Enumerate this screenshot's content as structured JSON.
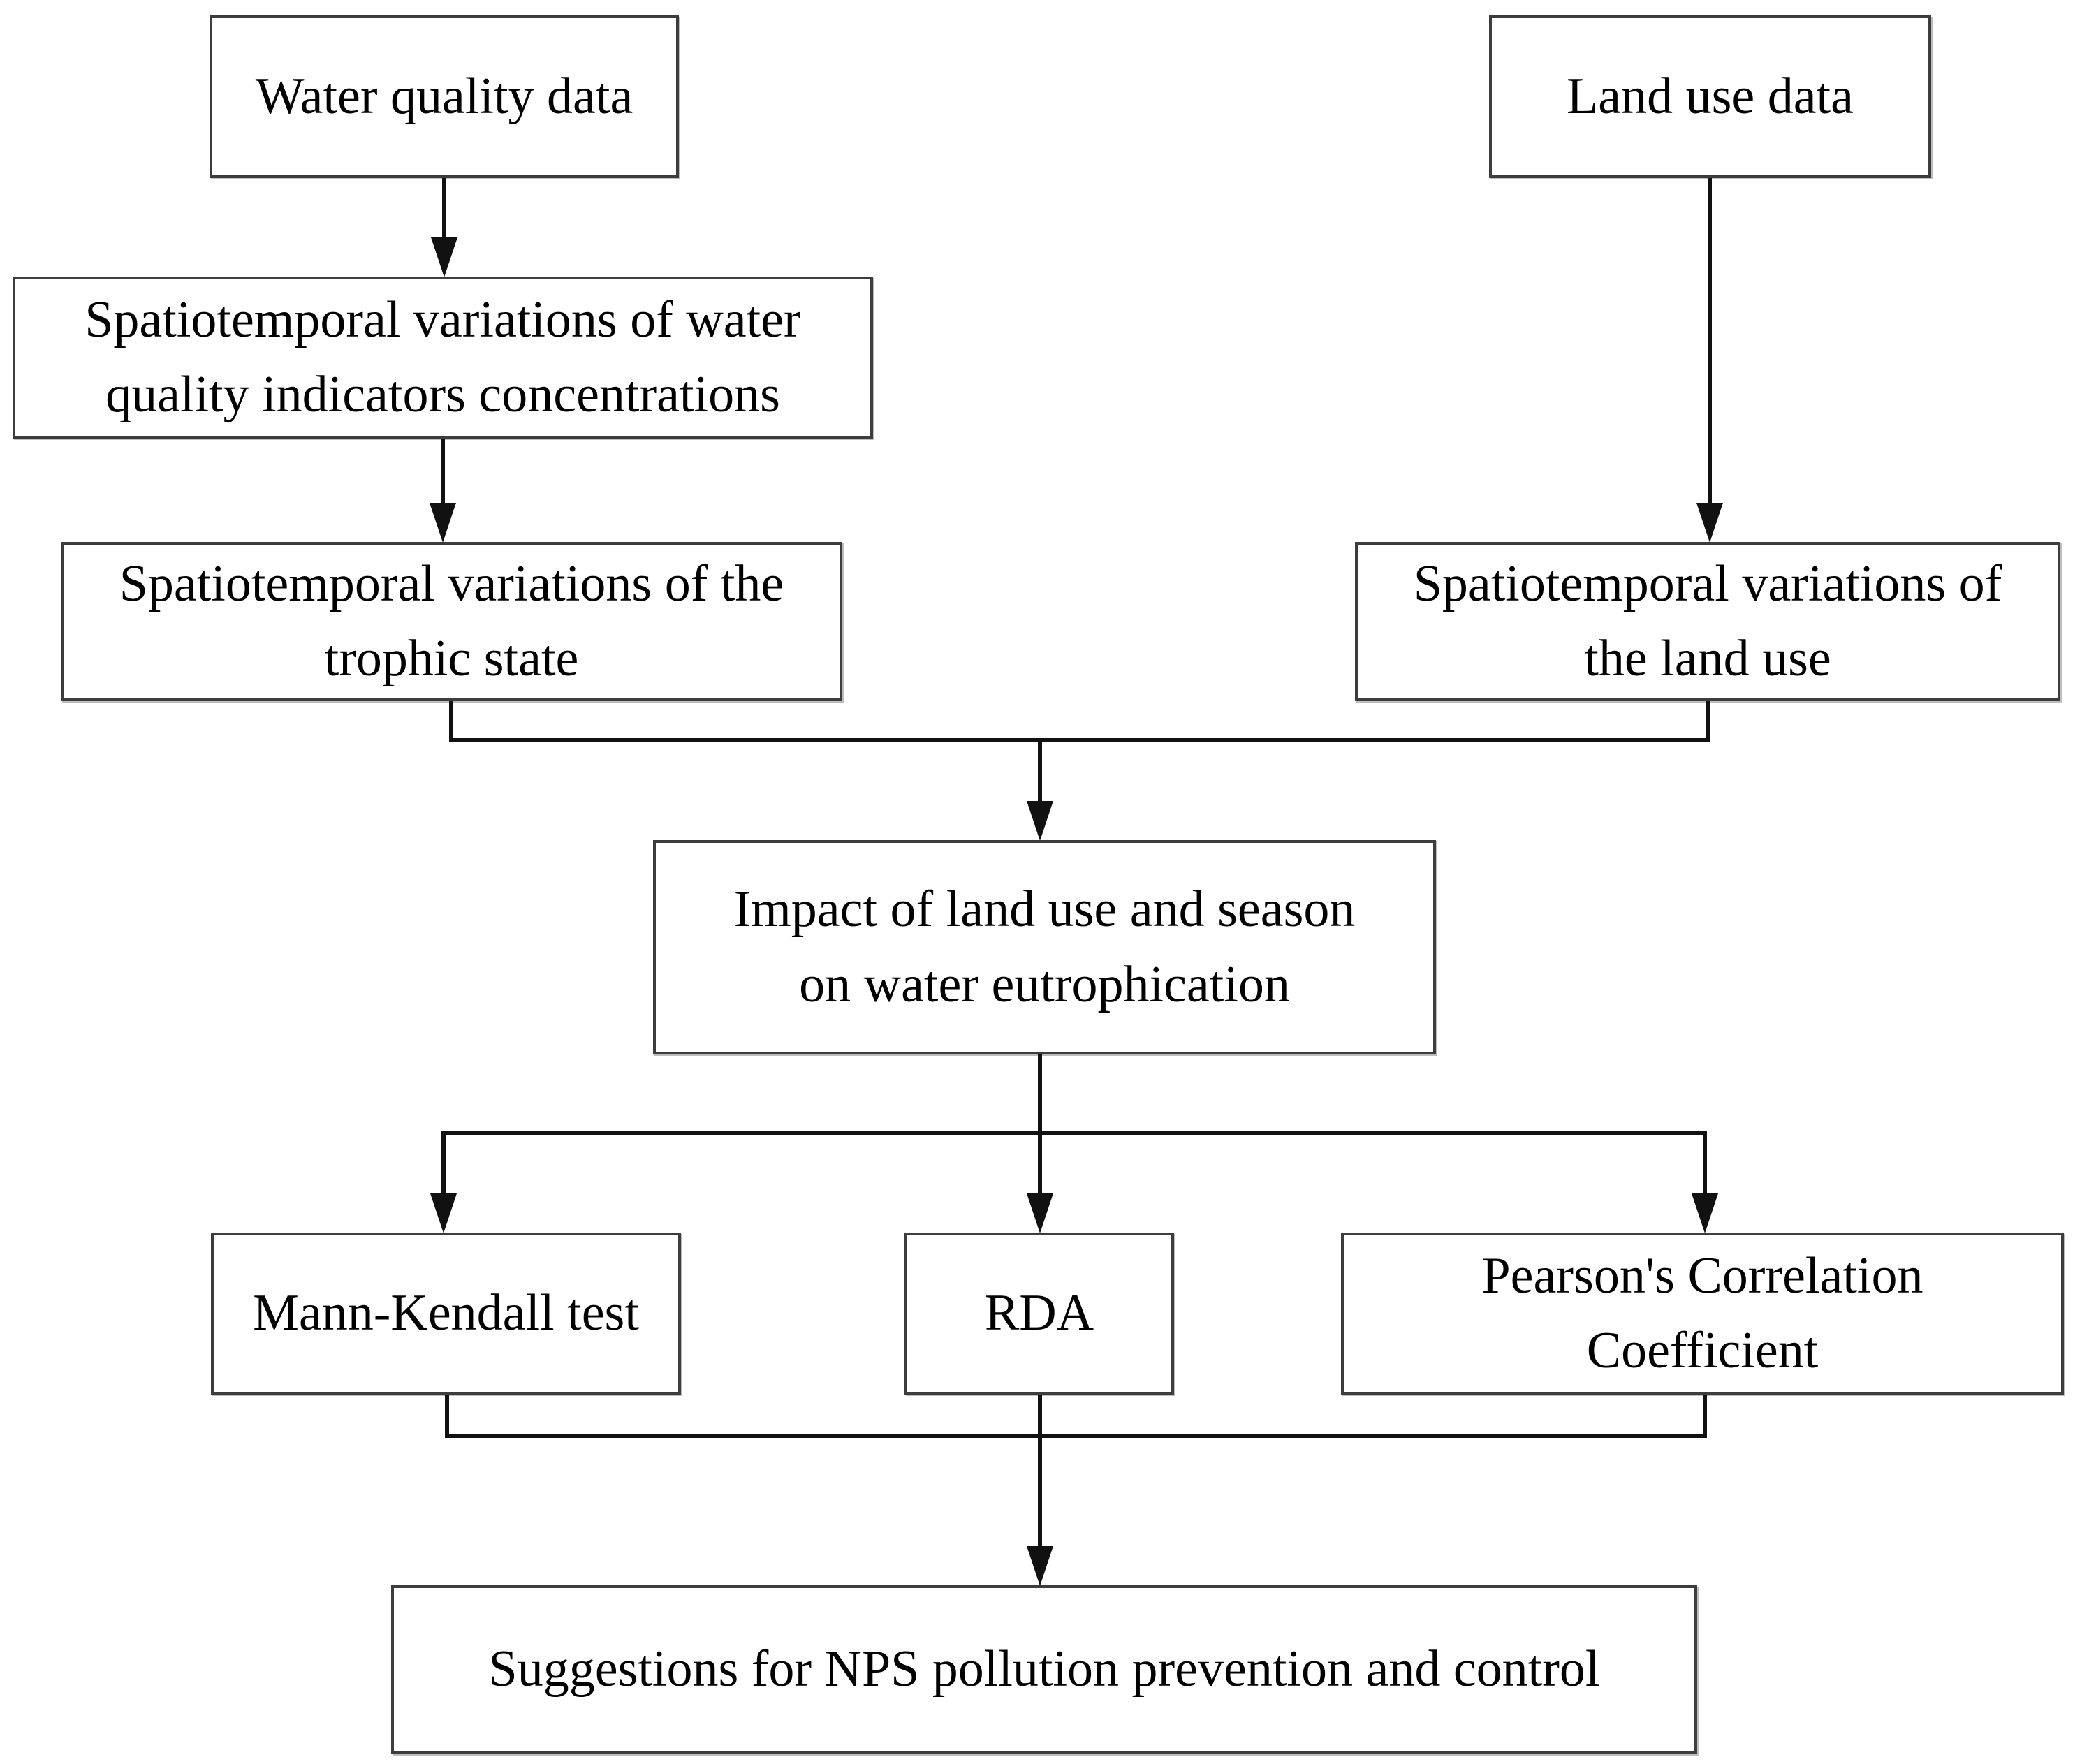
{
  "diagram": {
    "type": "flowchart",
    "background_color": "#ffffff",
    "box_border_color": "#3d3d3d",
    "connector_color": "#111111",
    "text_color": "#000000",
    "nodes": {
      "water_quality": "Water quality data",
      "land_use": "Land use data",
      "wq_variations": "Spatiotemporal variations of water\nquality indicators concentrations",
      "trophic_state": "Spatiotemporal variations of the\ntrophic state",
      "land_use_variations": "Spatiotemporal variations of\nthe land use",
      "impact": "Impact of land use and season\non water eutrophication",
      "mann_kendall": "Mann-Kendall test",
      "rda": "RDA",
      "pearson": "Pearson's Correlation\nCoefficient",
      "suggestions": "Suggestions for NPS pollution prevention and control"
    },
    "edges": [
      {
        "from": "Water quality data",
        "to": "Spatiotemporal variations of water quality indicators concentrations"
      },
      {
        "from": "Spatiotemporal variations of water quality indicators concentrations",
        "to": "Spatiotemporal variations of the trophic state"
      },
      {
        "from": "Land use data",
        "to": "Spatiotemporal variations of the land use"
      },
      {
        "from": "Spatiotemporal variations of the trophic state",
        "to": "Impact of land use and season on water eutrophication"
      },
      {
        "from": "Spatiotemporal variations of the land use",
        "to": "Impact of land use and season on water eutrophication"
      },
      {
        "from": "Impact of land use and season on water eutrophication",
        "to": "Mann-Kendall test"
      },
      {
        "from": "Impact of land use and season on water eutrophication",
        "to": "RDA"
      },
      {
        "from": "Impact of land use and season on water eutrophication",
        "to": "Pearson's Correlation Coefficient"
      },
      {
        "from": "Mann-Kendall test",
        "to": "Suggestions for NPS pollution prevention and control"
      },
      {
        "from": "RDA",
        "to": "Suggestions for NPS pollution prevention and control"
      },
      {
        "from": "Pearson's Correlation Coefficient",
        "to": "Suggestions for NPS pollution prevention and control"
      }
    ]
  }
}
